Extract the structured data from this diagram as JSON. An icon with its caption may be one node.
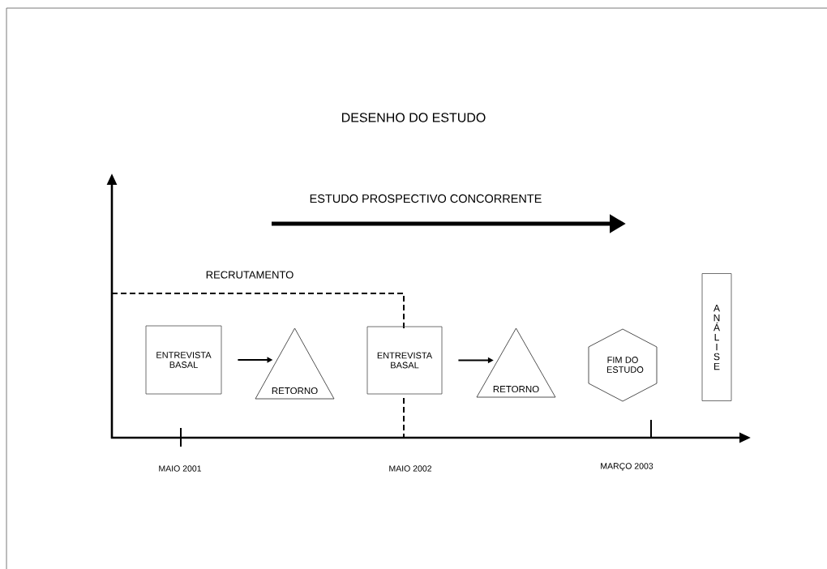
{
  "diagram": {
    "title": "DESENHO DO ESTUDO",
    "nodes": [
      {
        "text": [
          "ENTREVISTA BASAL"
        ]
      },
      {
        "text": [
          "RETORNO"
        ]
      },
      {
        "text": [
          "ENTREVISTA BASAL"
        ]
      },
      {
        "text": [
          "RETORNO"
        ]
      },
      {
        "text": [
          "FIM DO ESTUDO"
        ]
      },
      {
        "text": [
          "A N Á L I S E"
        ]
      }
    ],
    "edges": [
      {
        "from": 0,
        "to": 1,
        "arrow": "to"
      },
      {
        "from": 2,
        "to": 3,
        "arrow": "to"
      }
    ],
    "labels": [
      "ESTUDO PROSPECTIVO CONCORRENTE",
      "RECRUTAMENTO",
      "MAIO 2001",
      "MAIO 2002",
      "MARÇO 2003"
    ]
  }
}
